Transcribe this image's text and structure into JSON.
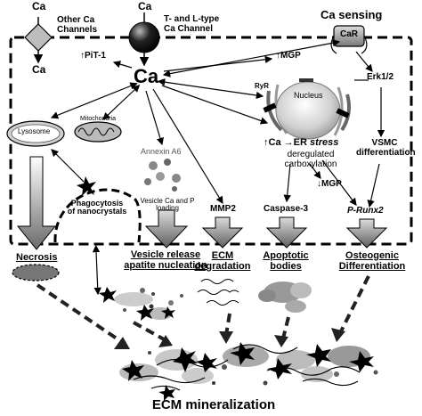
{
  "top": {
    "other_ca_ion": "Ca",
    "other_ca_ion_inside": "Ca",
    "other_channels": "Other Ca\nChannels",
    "tl_ca_ion": "Ca",
    "tl_channel": "T- and L-type\nCa Channel",
    "ca_sensing": "Ca sensing",
    "car": "CaR"
  },
  "cell": {
    "central_ca": "Ca",
    "pit1": "↑PiT-1",
    "mgp_up": "↑MGP",
    "ryr": "RyR",
    "nucleus": "Nucleus",
    "erk": "Erk1/2",
    "lysosome": "Lysosome",
    "mitochondria": "Mitochondria",
    "annexin": "Annexin A6",
    "er_stress_prefix": "↑Ca →ER ",
    "er_stress_word": "stress",
    "deregulated": "deregulated\ncarboxylation",
    "vsmc": "VSMC\ndifferentiation",
    "mgp_down": "↓MGP",
    "phagocytosis": "Phagocytosis\nof nanocrystals",
    "vesicle_loading": "Vesicle Ca and P\nloading",
    "mmp2": "MMP2",
    "caspase": "Caspase-3",
    "prunx2": "P-Runx2"
  },
  "outcomes": {
    "necrosis": "Necrosis",
    "vesicle_release": "Vesicle release\napatite nucleation",
    "ecm_degradation": "ECM\ndegradation",
    "apoptotic": "Apoptotic\nbodies",
    "osteogenic": "Osteogenic\nDifferentiation"
  },
  "bottom": {
    "title": "ECM mineralization"
  },
  "colors": {
    "outline": "#000000",
    "arrow_fill": "#8a8a8a",
    "dashed_arrow": "#222222",
    "speckle": "#9a9a9a"
  },
  "icons": [
    "diamond-channel-icon",
    "sphere-channel-icon",
    "car-receptor-icon",
    "nucleus-icon",
    "lysosome-icon",
    "mitochondria-icon",
    "vesicle-icon",
    "crystal-icon"
  ]
}
